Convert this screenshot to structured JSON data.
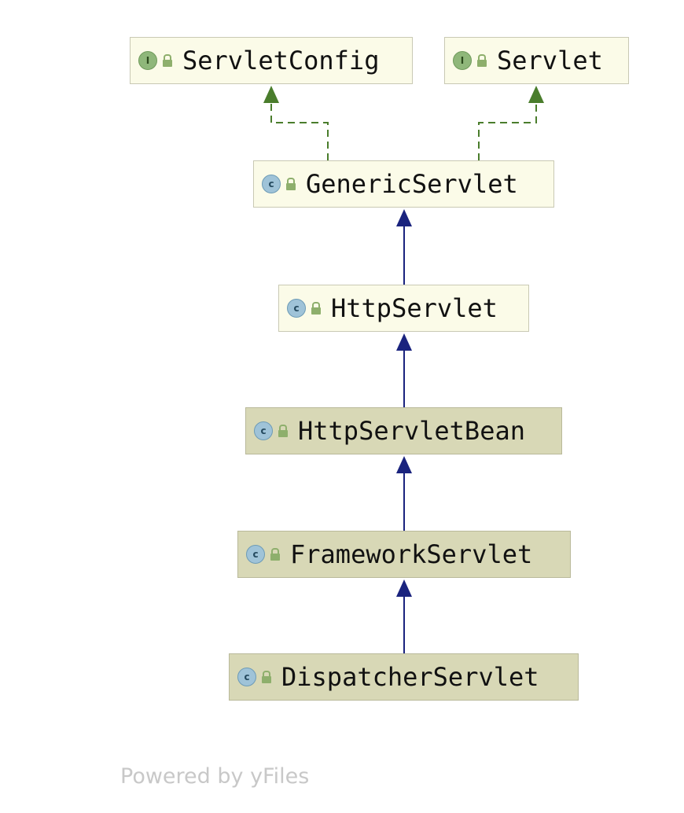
{
  "diagram": {
    "nodes": [
      {
        "id": "servletconfig",
        "label": "ServletConfig",
        "kind": "interface",
        "kind_glyph": "I",
        "style": "light"
      },
      {
        "id": "servlet",
        "label": "Servlet",
        "kind": "interface",
        "kind_glyph": "I",
        "style": "light"
      },
      {
        "id": "genericservlet",
        "label": "GenericServlet",
        "kind": "class",
        "kind_glyph": "c",
        "style": "light"
      },
      {
        "id": "httpservlet",
        "label": "HttpServlet",
        "kind": "class",
        "kind_glyph": "c",
        "style": "light"
      },
      {
        "id": "httpservletbean",
        "label": "HttpServletBean",
        "kind": "class",
        "kind_glyph": "c",
        "style": "dark"
      },
      {
        "id": "frameworkservlet",
        "label": "FrameworkServlet",
        "kind": "class",
        "kind_glyph": "c",
        "style": "dark"
      },
      {
        "id": "dispatcherservlet",
        "label": "DispatcherServlet",
        "kind": "class",
        "kind_glyph": "c",
        "style": "dark"
      }
    ],
    "edges": [
      {
        "from": "genericservlet",
        "to": "servletconfig",
        "type": "implements"
      },
      {
        "from": "genericservlet",
        "to": "servlet",
        "type": "implements"
      },
      {
        "from": "httpservlet",
        "to": "genericservlet",
        "type": "extends"
      },
      {
        "from": "httpservletbean",
        "to": "httpservlet",
        "type": "extends"
      },
      {
        "from": "frameworkservlet",
        "to": "httpservletbean",
        "type": "extends"
      },
      {
        "from": "dispatcherservlet",
        "to": "frameworkservlet",
        "type": "extends"
      }
    ],
    "colors": {
      "implements_edge": "#4a7d2c",
      "extends_edge": "#1a237e"
    }
  },
  "footer": {
    "text": "Powered by yFiles"
  }
}
